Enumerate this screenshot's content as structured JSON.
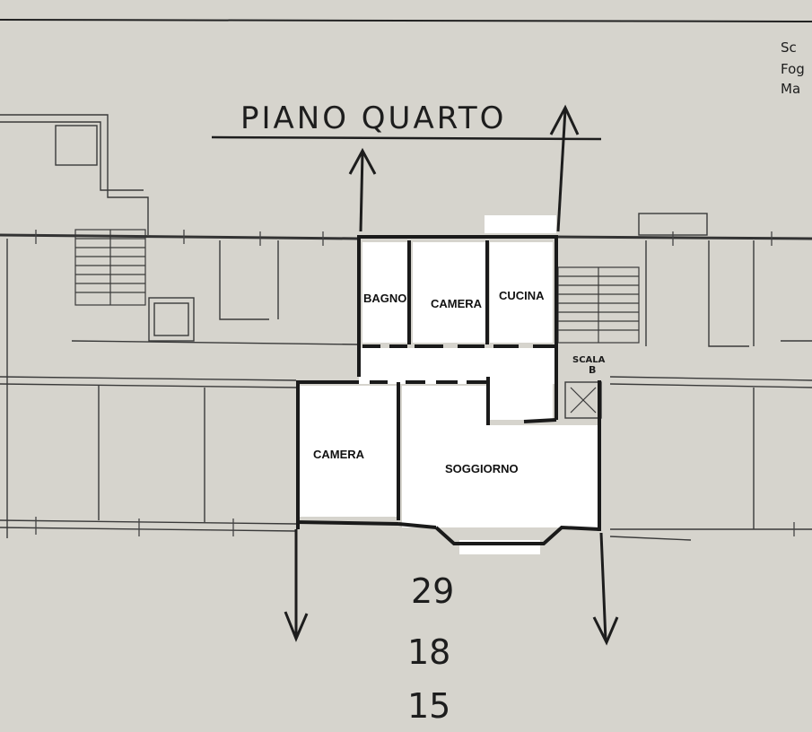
{
  "title": "PIANO QUARTO",
  "corner_note": [
    "Sc",
    "Fog",
    "Ma"
  ],
  "stair_label": [
    "SCALA",
    "B"
  ],
  "rooms": {
    "bagno": "BAGNO",
    "camera_top": "CAMERA",
    "cucina": "CUCINA",
    "camera_left": "CAMERA",
    "soggiorno": "SOGGIORNO"
  },
  "numbers": [
    "29",
    "18",
    "15"
  ],
  "colors": {
    "paper": "#d6d4cd",
    "ink": "#1a1a1a",
    "unit_fill": "#ffffff"
  }
}
